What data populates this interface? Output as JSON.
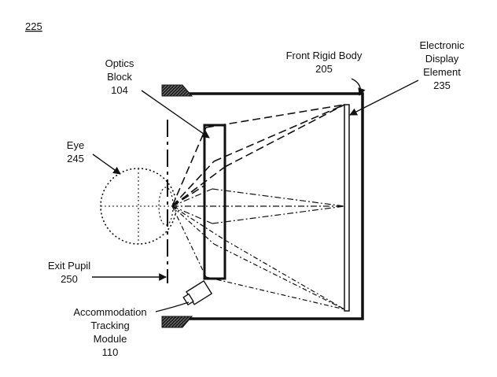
{
  "figure_number": "225",
  "labels": {
    "optics_block": {
      "name_line1": "Optics",
      "name_line2": "Block",
      "number": "104"
    },
    "front_rigid_body": {
      "name": "Front Rigid Body",
      "number": "205"
    },
    "electronic_display": {
      "name_line1": "Electronic",
      "name_line2": "Display",
      "name_line3": "Element",
      "number": "235"
    },
    "eye": {
      "name": "Eye",
      "number": "245"
    },
    "exit_pupil": {
      "name": "Exit Pupil",
      "number": "250"
    },
    "accommodation_module": {
      "name_line1": "Accommodation",
      "name_line2": "Tracking",
      "name_line3": "Module",
      "number": "110"
    }
  },
  "colors": {
    "line": "#111111",
    "background": "#ffffff"
  }
}
